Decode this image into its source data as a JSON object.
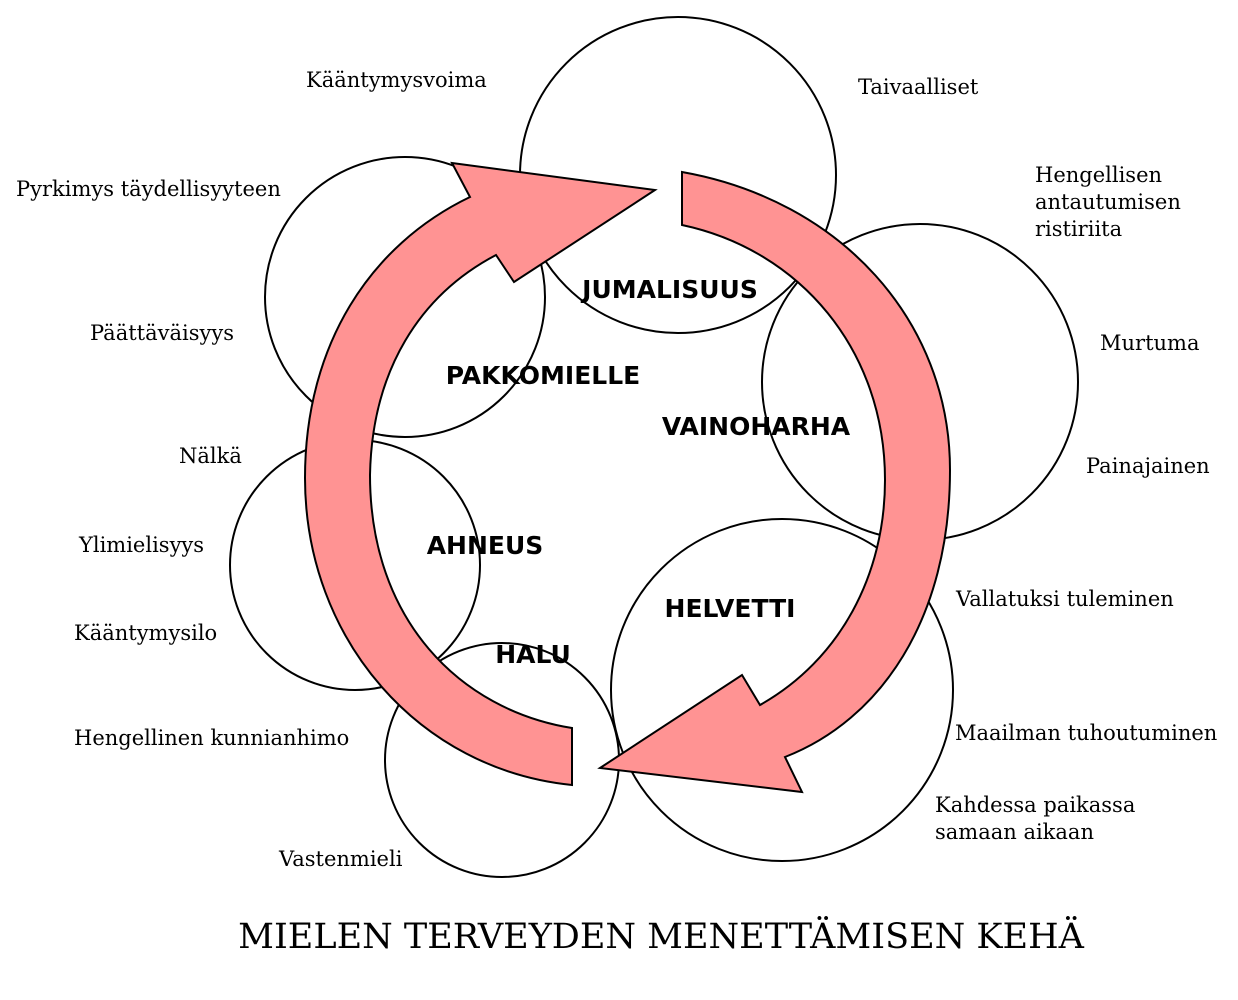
{
  "diagram": {
    "title": "MIELEN TERVEYDEN MENETTÄMISEN KEHÄ",
    "arrow_color": "#ff9393",
    "stages": [
      {
        "id": "jumalisuus",
        "label": "JUMALISUUS"
      },
      {
        "id": "vainoharha",
        "label": "VAINOHARHA"
      },
      {
        "id": "helvetti",
        "label": "HELVETTI"
      },
      {
        "id": "halu",
        "label": "HALU"
      },
      {
        "id": "ahneus",
        "label": "AHNEUS"
      },
      {
        "id": "pakkomielle",
        "label": "PAKKOMIELLE"
      }
    ],
    "outer_labels": {
      "kaantymysvoima": "Kääntymysvoima",
      "taivaalliset": "Taivaalliset",
      "pyrkimys": "Pyrkimys täydellisyyteen",
      "hengellisen_1": "Hengellisen",
      "hengellisen_2": "antautumisen",
      "hengellisen_3": "ristiriita",
      "paattavaisyys": "Päättäväisyys",
      "murtuma": "Murtuma",
      "nalka": "Nälkä",
      "painajainen": "Painajainen",
      "ylimielisyys": "Ylimielisyys",
      "vallatuksi": "Vallatuksi tuleminen",
      "kaantymysilo": "Kääntymysilo",
      "maailman": "Maailman tuhoutuminen",
      "kunnianhimo": "Hengellinen kunnianhimo",
      "kahdessa_1": "Kahdessa paikassa",
      "kahdessa_2": "samaan aikaan",
      "vastenmieli": "Vastenmieli"
    }
  }
}
